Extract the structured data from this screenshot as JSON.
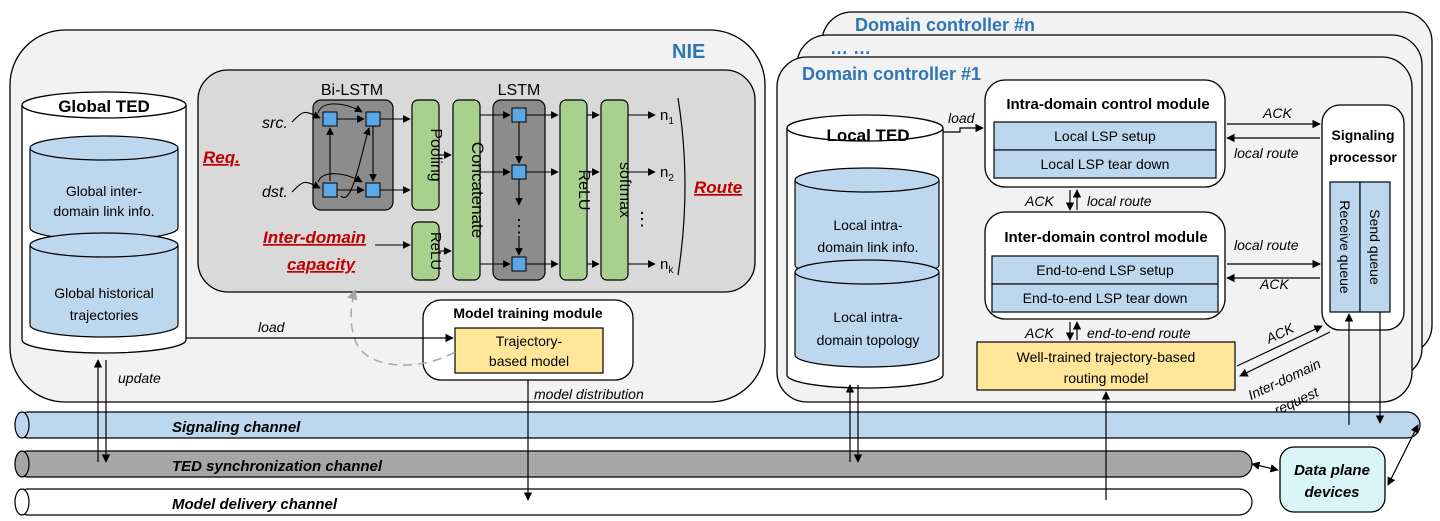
{
  "colors": {
    "nie_bg": "#f2f2f2",
    "nn_bg": "#d9d9d9",
    "blue_fill": "#bdd7ee",
    "green_fill": "#a9d18e",
    "yellow_fill": "#ffe699",
    "cyan_fill": "#d9f5f7",
    "accent_blue": "#2e75b6",
    "accent_red": "#c00000",
    "channel_blue": "#bdd7ee",
    "channel_gray": "#a6a6a6"
  },
  "nie": {
    "title": "NIE",
    "global_ted": {
      "title": "Global TED",
      "db1": [
        "Global inter-",
        "domain link info."
      ],
      "db2": [
        "Global historical",
        "trajectories"
      ]
    },
    "network": {
      "bilstm": "Bi-LSTM",
      "lstm": "LSTM",
      "src": "src.",
      "dst": "dst.",
      "pooling": "Pooling",
      "concatenate": "Concatenate",
      "relu": "ReLU",
      "relu_small": "ReLU",
      "softmax": "softmax",
      "outputs": [
        "n",
        "n",
        "n"
      ],
      "output_subs": [
        "1",
        "2",
        "k"
      ],
      "vdots": "⋮",
      "req": "Req.",
      "inter_domain": "Inter-domain",
      "capacity": "capacity",
      "route": "Route"
    },
    "model_training": {
      "title": "Model training module",
      "model": [
        "Trajectory-",
        "based model"
      ]
    },
    "load": "load",
    "update": "update",
    "model_distribution": "model distribution"
  },
  "domain": {
    "title_n": "Domain controller #n",
    "title_dots": "… …",
    "title_1": "Domain controller #1",
    "local_ted": {
      "title": "Local TED",
      "db1": [
        "Local intra-",
        "domain link info."
      ],
      "db2": [
        "Local  intra-",
        "domain topology"
      ]
    },
    "intra": {
      "title": "Intra-domain control module",
      "rows": [
        "Local LSP setup",
        "Local LSP tear down"
      ]
    },
    "inter": {
      "title": "Inter-domain control module",
      "rows": [
        "End-to-end LSP setup",
        "End-to-end LSP tear down"
      ]
    },
    "routing_model": [
      "Well-trained trajectory-based",
      "routing model"
    ],
    "signaling": {
      "title": [
        "Signaling",
        "processor"
      ],
      "receive": "Receive queue",
      "send": "Send queue"
    },
    "labels": {
      "load": "load",
      "ack_intra": "ACK",
      "local_route_intra": "local route",
      "ack_mid": "ACK",
      "local_route_mid": "local route",
      "local_route_inter": "local route",
      "ack_inter": "ACK",
      "ack_bottom": "ACK",
      "end_to_end_route": "end-to-end route",
      "ack_model": "ACK",
      "inter_domain_request": [
        "Inter-domain",
        "request"
      ]
    }
  },
  "channels": {
    "signaling": "Signaling channel",
    "ted_sync": "TED synchronization channel",
    "model_delivery": "Model delivery channel"
  },
  "data_plane": [
    "Data plane",
    "devices"
  ]
}
